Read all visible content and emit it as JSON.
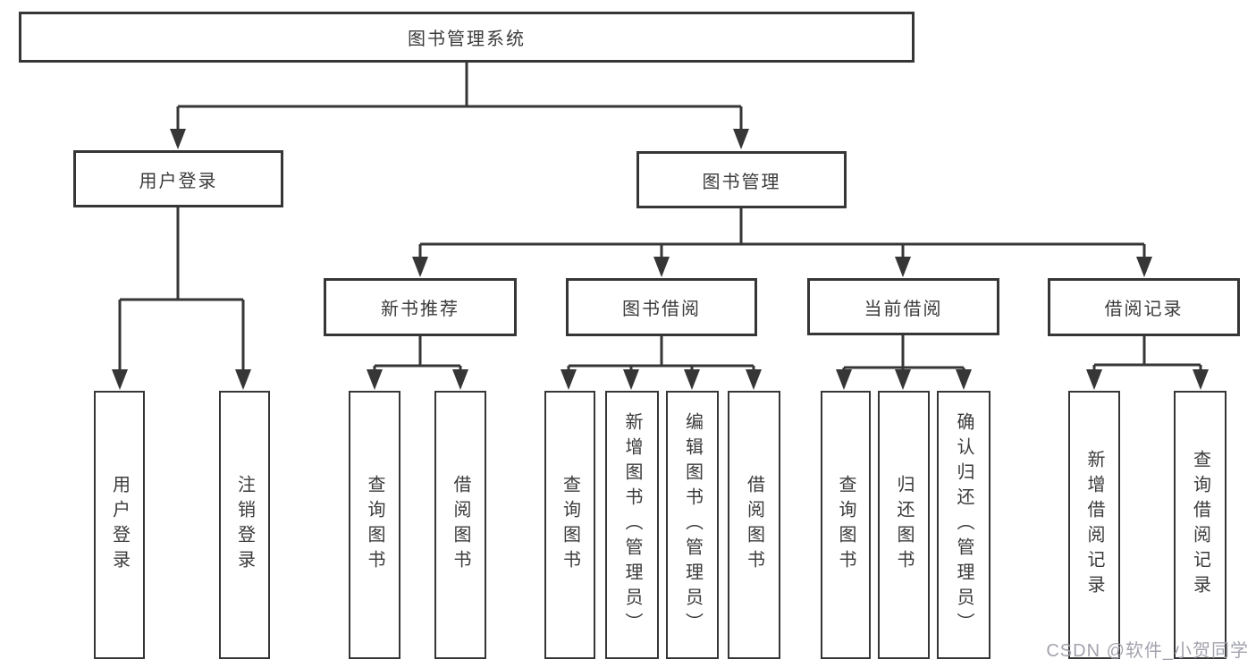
{
  "diagram": {
    "type": "tree",
    "root": {
      "label": "图书管理系统",
      "children": [
        {
          "label": "用户登录",
          "children": [
            {
              "label": "用户登录"
            },
            {
              "label": "注销登录"
            }
          ]
        },
        {
          "label": "图书管理",
          "children": [
            {
              "label": "新书推荐",
              "children": [
                {
                  "label": "查询图书"
                },
                {
                  "label": "借阅图书"
                }
              ]
            },
            {
              "label": "图书借阅",
              "children": [
                {
                  "label": "查询图书"
                },
                {
                  "label": "新增图书（管理员）"
                },
                {
                  "label": "编辑图书（管理员）"
                },
                {
                  "label": "借阅图书"
                }
              ]
            },
            {
              "label": "当前借阅",
              "children": [
                {
                  "label": "查询图书"
                },
                {
                  "label": "归还图书"
                },
                {
                  "label": "确认归还（管理员）"
                }
              ]
            },
            {
              "label": "借阅记录",
              "children": [
                {
                  "label": "新增借阅记录"
                },
                {
                  "label": "查询借阅记录"
                }
              ]
            }
          ]
        }
      ]
    }
  },
  "watermark": {
    "text": "CSDN @软件_小贺同学"
  },
  "colors": {
    "line": "#363636",
    "text": "#3b3b3b",
    "box_background": "#ffffff",
    "page_background": "#ffffff",
    "watermark": "#9e9eab"
  }
}
